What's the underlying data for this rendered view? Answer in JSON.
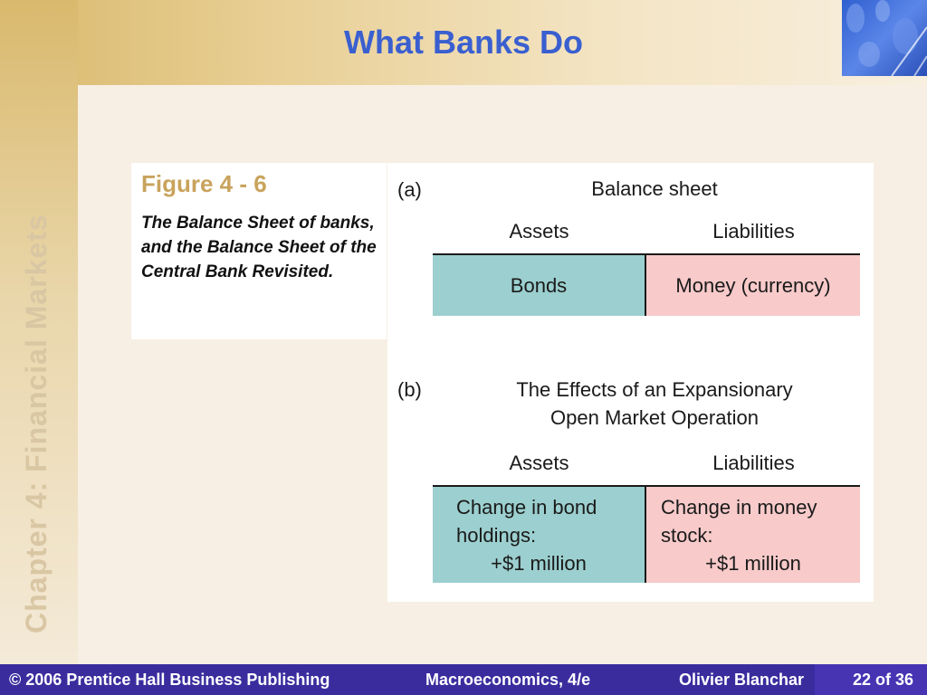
{
  "slide": {
    "title": "What Banks Do",
    "side_title": "Chapter 4: Financial Markets"
  },
  "caption": {
    "figure_label": "Figure 4 - 6",
    "text": "The Balance Sheet of banks, and the Balance Sheet of the Central Bank Revisited."
  },
  "figure": {
    "panel_a": {
      "letter": "(a)",
      "heading": "Balance sheet",
      "assets_header": "Assets",
      "liabilities_header": "Liabilities",
      "assets_cell": "Bonds",
      "liabilities_cell": "Money (currency)"
    },
    "panel_b": {
      "letter": "(b)",
      "heading_line1": "The Effects of an Expansionary",
      "heading_line2": "Open Market Operation",
      "assets_header": "Assets",
      "liabilities_header": "Liabilities",
      "assets_line1": "Change in bond",
      "assets_line2": "holdings:",
      "assets_line3": "+$1 million",
      "liabilities_line1": "Change in money",
      "liabilities_line2": "stock:",
      "liabilities_line3": "+$1 million"
    },
    "colors": {
      "assets_fill": "#9ccfcf",
      "liabilities_fill": "#f8caca"
    }
  },
  "footer": {
    "publisher": "© 2006 Prentice Hall Business Publishing",
    "book": "Macroeconomics, 4/e",
    "author": "Olivier Blanchar",
    "page": "22 of 36"
  }
}
